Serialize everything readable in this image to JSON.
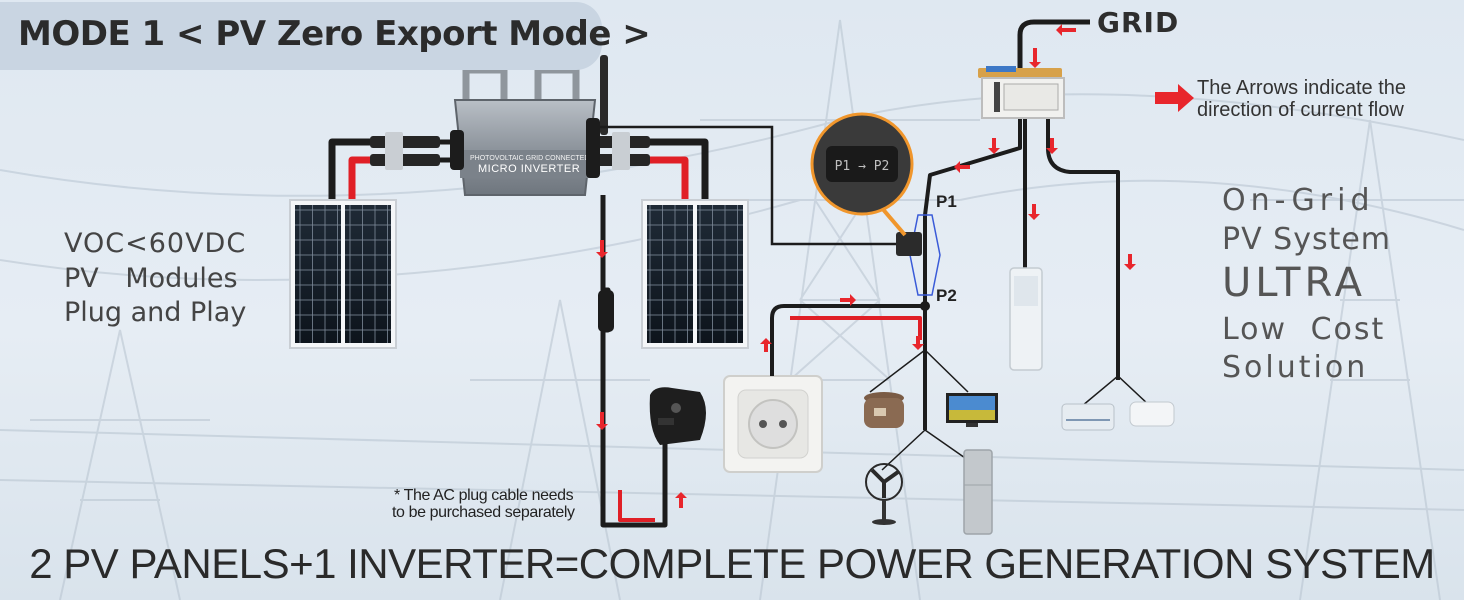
{
  "header": {
    "mode_title": "MODE 1 < PV Zero Export Mode >"
  },
  "grid": {
    "label": "GRID"
  },
  "legend": {
    "line1": "The Arrows indicate the",
    "line2": "direction of current flow",
    "arrow_color": "#e8262c"
  },
  "pv_info": {
    "line1": "VOC<60VDC",
    "line2": "PV Modules",
    "line3": "Plug and Play"
  },
  "on_grid": {
    "line1": "On-Grid",
    "line2": "PV System",
    "line3": "ULTRA",
    "line4": "Low Cost",
    "line5": "Solution"
  },
  "inverter": {
    "brand_text": "PHOTOVOLTAIC GRID CONNECTED",
    "name_text": "MICRO INVERTER"
  },
  "sensor": {
    "label": "P1 → P2"
  },
  "points": {
    "p1": "P1",
    "p2": "P2"
  },
  "ac_note": {
    "line1": "* The AC plug cable needs",
    "line2": "to be purchased separately"
  },
  "footer": {
    "title": "2 PV PANELS+1 INVERTER=COMPLETE POWER GENERATION SYSTEM"
  },
  "colors": {
    "wire": "#1c1c1c",
    "dc_positive": "#e01f26",
    "flow_arrow": "#e8262c",
    "badge_bg": "#c9d5e2",
    "background": "#e1e9f1"
  }
}
